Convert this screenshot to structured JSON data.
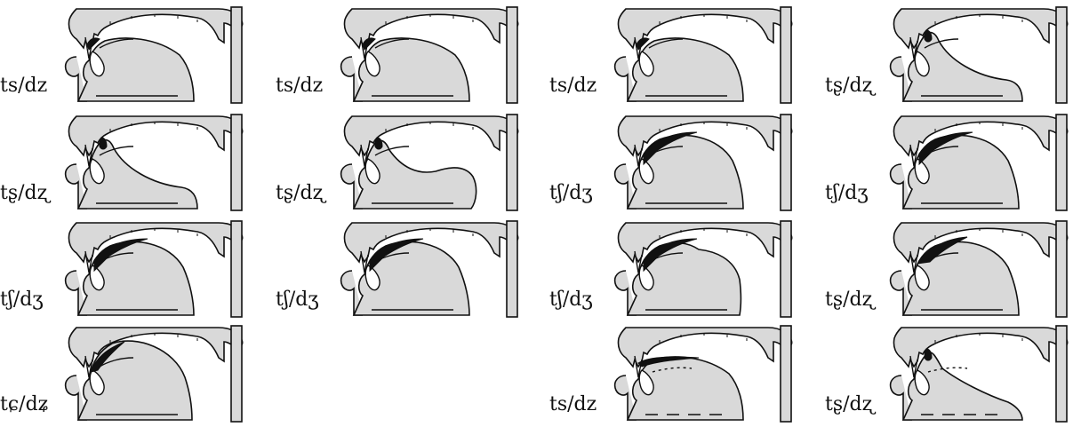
{
  "diagrams": [
    {
      "label": "ts/dz",
      "variant": "alveolar-sibilant"
    },
    {
      "label": "ts/dz",
      "variant": "alveolar-sibilant"
    },
    {
      "label": "ts/dz",
      "variant": "alveolar-sibilant"
    },
    {
      "label": "tʂ/dʐ",
      "variant": "retroflex"
    },
    {
      "label": "tʂ/dʐ",
      "variant": "retroflex-subapical"
    },
    {
      "label": "tʂ/dʐ",
      "variant": "retroflex-flat-tongue"
    },
    {
      "label": "tʃ/dʒ",
      "variant": "postalveolar"
    },
    {
      "label": "tʃ/dʒ",
      "variant": "postalveolar"
    },
    {
      "label": "tʃ/dʒ",
      "variant": "postalveolar"
    },
    {
      "label": "tʃ/dʒ",
      "variant": "postalveolar-jaw-open"
    },
    {
      "label": "tʃ/dʒ",
      "variant": "postalveolar-raised"
    },
    {
      "label": "tʂ/dʐ",
      "variant": "palatalized-retroflex"
    },
    {
      "label": "tɕ/dʑ",
      "variant": "alveolo-palatal"
    },
    {
      "label": "ts/dz",
      "variant": "dental-lateral-dashed"
    },
    {
      "label": "tʂ/dʐ",
      "variant": "retroflex-lateral-dashed"
    }
  ],
  "colors": {
    "tongue": "#d9d9d9",
    "palate": "#d9d9d9",
    "stroke": "#111111",
    "contact": "#111111"
  }
}
